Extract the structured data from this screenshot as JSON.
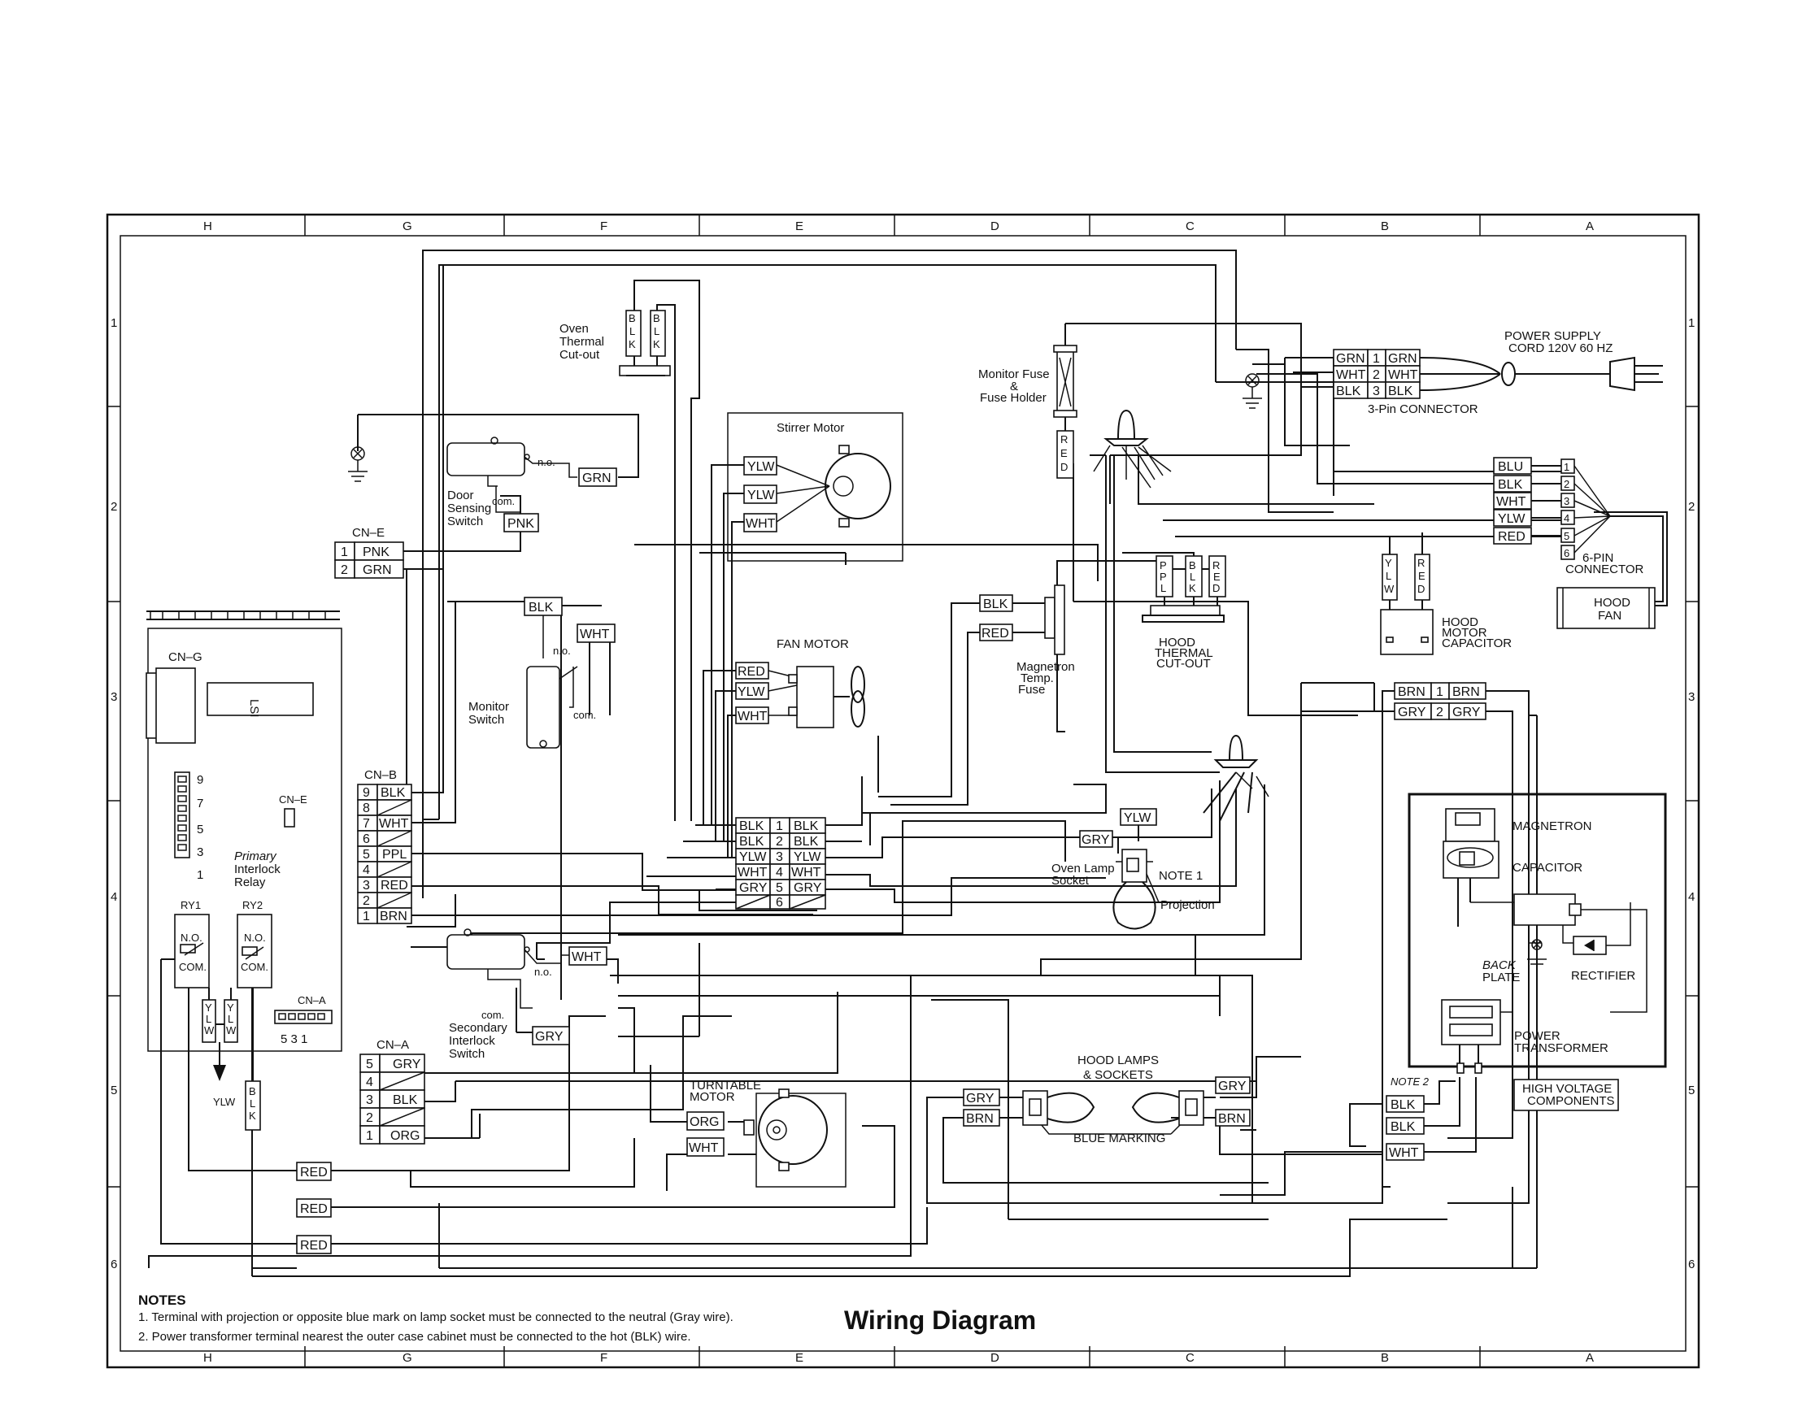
{
  "title": "Wiring Diagram",
  "notes": {
    "heading": "NOTES",
    "items": [
      "1. Terminal with projection or opposite blue mark on lamp socket must be connected to the neutral (Gray wire).",
      "2. Power transformer terminal nearest the outer case cabinet must be connected to the hot (BLK) wire."
    ]
  },
  "frame": {
    "columns": [
      "H",
      "G",
      "F",
      "E",
      "D",
      "C",
      "B",
      "A"
    ],
    "rows": [
      "1",
      "2",
      "3",
      "4",
      "5",
      "6"
    ]
  },
  "labels": {
    "oven_thermal": [
      "Oven",
      "Thermal",
      "Cut-out"
    ],
    "stirrer_motor": "Stirrer Motor",
    "monitor_fuse": [
      "Monitor Fuse",
      "&",
      "Fuse Holder"
    ],
    "power_supply": [
      "POWER SUPPLY",
      "CORD 120V 60 HZ"
    ],
    "pin3_connector": "3-Pin CONNECTOR",
    "door_sensing": [
      "Door",
      "Sensing",
      "Switch"
    ],
    "no": "n.o.",
    "com": "com.",
    "six_pin": [
      "6-PIN",
      "CONNECTOR"
    ],
    "hood_fan": [
      "HOOD",
      "FAN"
    ],
    "hood_motor_capacitor": [
      "HOOD",
      "MOTOR",
      "CAPACITOR"
    ],
    "hood_thermal": [
      "HOOD",
      "THERMAL",
      "CUT-OUT"
    ],
    "fan_motor": "FAN MOTOR",
    "magnetron_temp": [
      "Magnetron",
      "Temp.",
      "Fuse"
    ],
    "monitor_switch": [
      "Monitor",
      "Switch"
    ],
    "cn_e": "CN–E",
    "cn_g": "CN–G",
    "cn_b": "CN–B",
    "cn_a": "CN–A",
    "lsi": "LSI",
    "primary_relay": [
      "Primary",
      "Interlock",
      "Relay"
    ],
    "ry1": "RY1",
    "ry2": "RY2",
    "relay_no": "N.O.",
    "relay_com": "COM.",
    "cn_a_pins": "5  3  1",
    "ylw_arrow": "YLW",
    "oven_lamp": [
      "Oven Lamp",
      "Socket"
    ],
    "note1": "NOTE 1",
    "projection": "Projection",
    "magnetron": "MAGNETRON",
    "capacitor": "CAPACITOR",
    "back_plate": [
      "BACK",
      "PLATE"
    ],
    "rectifier": "RECTIFIER",
    "power_transformer": [
      "POWER",
      "TRANSFORMER"
    ],
    "high_voltage": [
      "HIGH VOLTAGE",
      "COMPONENTS"
    ],
    "note2": "NOTE 2",
    "secondary_switch": [
      "com.",
      "Secondary",
      "Interlock",
      "Switch"
    ],
    "hood_lamps": [
      "HOOD LAMPS",
      "& SOCKETS"
    ],
    "blue_marking": "BLUE MARKING",
    "turntable_motor": [
      "TURNTABLE",
      "MOTOR"
    ]
  },
  "wires": {
    "blk": "BLK",
    "grn": "GRN",
    "wht": "WHT",
    "red": "RED",
    "ylw": "YLW",
    "pnk": "PNK",
    "ppl": "PPL",
    "brn": "BRN",
    "gry": "GRY",
    "org": "ORG",
    "blu": "BLU"
  },
  "pins": [
    "1",
    "2",
    "3",
    "4",
    "5",
    "6",
    "7",
    "8",
    "9"
  ],
  "icons": [
    "ground-icon",
    "plug-icon",
    "motor-icon",
    "lamp-icon",
    "switch-icon",
    "fuse-icon",
    "diode-icon"
  ]
}
